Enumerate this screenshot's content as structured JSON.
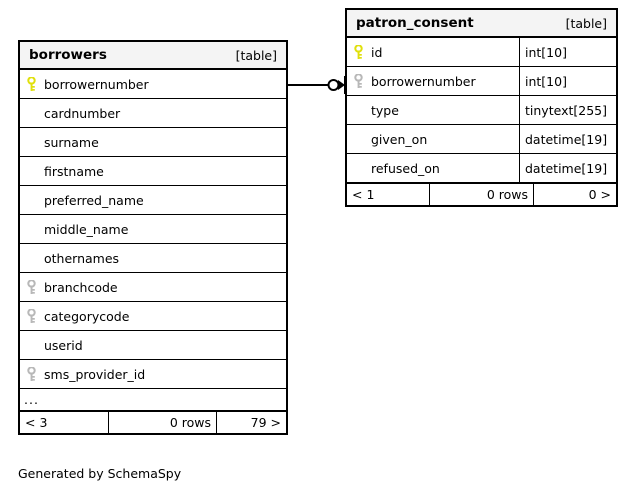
{
  "diagram": {
    "caption": "Generated by SchemaSpy",
    "entities": [
      {
        "name": "borrowers",
        "kind": "[table]",
        "columns": [
          {
            "key": "primary",
            "key_icon": "yellow-key-icon",
            "name": "borrowernumber"
          },
          {
            "key": "none",
            "key_icon": "",
            "name": "cardnumber"
          },
          {
            "key": "none",
            "key_icon": "",
            "name": "surname"
          },
          {
            "key": "none",
            "key_icon": "",
            "name": "firstname"
          },
          {
            "key": "none",
            "key_icon": "",
            "name": "preferred_name"
          },
          {
            "key": "none",
            "key_icon": "",
            "name": "middle_name"
          },
          {
            "key": "none",
            "key_icon": "",
            "name": "othernames"
          },
          {
            "key": "foreign",
            "key_icon": "gray-key-icon",
            "name": "branchcode"
          },
          {
            "key": "foreign",
            "key_icon": "gray-key-icon",
            "name": "categorycode"
          },
          {
            "key": "none",
            "key_icon": "",
            "name": "userid"
          },
          {
            "key": "foreign",
            "key_icon": "gray-key-icon",
            "name": "sms_provider_id"
          }
        ],
        "truncation_marker": "...",
        "footer": {
          "prev": "< 3",
          "rows": "0 rows",
          "next": "79 >"
        }
      },
      {
        "name": "patron_consent",
        "kind": "[table]",
        "columns": [
          {
            "key": "primary",
            "key_icon": "yellow-key-icon",
            "name": "id",
            "type": "int[10]"
          },
          {
            "key": "foreign",
            "key_icon": "gray-key-icon",
            "name": "borrowernumber",
            "type": "int[10]"
          },
          {
            "key": "none",
            "key_icon": "",
            "name": "type",
            "type": "tinytext[255]"
          },
          {
            "key": "none",
            "key_icon": "",
            "name": "given_on",
            "type": "datetime[19]"
          },
          {
            "key": "none",
            "key_icon": "",
            "name": "refused_on",
            "type": "datetime[19]"
          }
        ],
        "footer": {
          "prev": "< 1",
          "rows": "0 rows",
          "next": "0 >"
        }
      }
    ],
    "relationship": {
      "name": "borrowers-to-patron-consent",
      "from": "borrowers.borrowernumber",
      "to": "patron_consent.borrowernumber",
      "source_cardinality": "zero-or-one",
      "target_cardinality": "many"
    },
    "colors": {
      "primary_key": "#e8e82a",
      "foreign_key": "#b5b5b5",
      "border": "#000000",
      "header_fill": "#f4f4f4",
      "background": "#ffffff"
    }
  }
}
